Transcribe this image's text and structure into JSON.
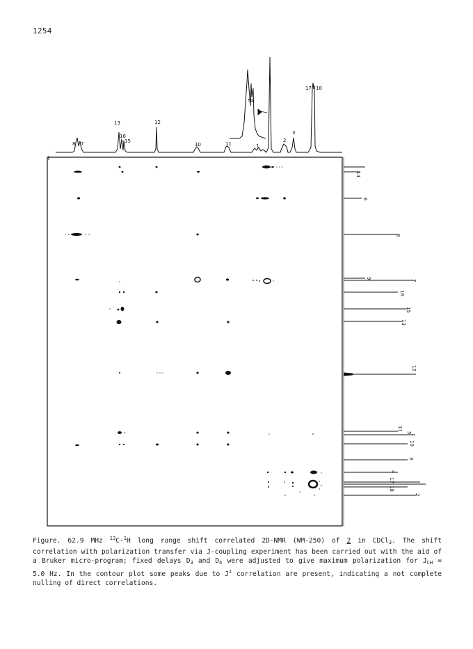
{
  "page": {
    "number": "1254"
  },
  "figure": {
    "f1_peak_labels": [
      "8",
      "7",
      "13",
      "16",
      "15",
      "12",
      "10",
      "11",
      "5",
      "4",
      "1",
      "2",
      "3",
      "17",
      "18"
    ],
    "f2_peak_labels": [
      "14",
      "6",
      "8",
      "9",
      "7",
      "16",
      "15",
      "13",
      "12",
      "11",
      "5",
      "10",
      "3",
      "4",
      "17",
      "18",
      "2"
    ]
  },
  "caption": {
    "figure_label": "Figure.",
    "t1": "62.9 MHz",
    "sup1": "13",
    "t2": "C-",
    "sup2": "1",
    "t3": "H long range shift correlated 2D-NMR (WM-250) of",
    "compound": "2",
    "t4": "in CDCl",
    "sub1": "3",
    "t5": ". The shift correlation with polarization transfer via J-coupling experiment has been carried out with the aid of a Bruker micro-program; fixed delays D",
    "sub2": "3",
    "t6": "and D",
    "sub3": "4",
    "t7": "were adjusted to give maximum polarization for J",
    "sub4": "CH",
    "t8": "= 5.0 Hz. In the contour plot some peaks due to J",
    "sup3": "1",
    "t9": "correlation are present, indicating a not complete nulling of direct correlations."
  }
}
